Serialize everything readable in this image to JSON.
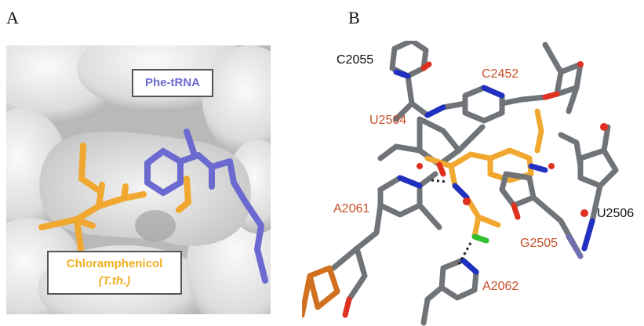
{
  "panels": {
    "a_letter": "A",
    "b_letter": "B"
  },
  "panel_a": {
    "label_phe": "Phe-tRNA",
    "label_chloramphenicol": "Chloramphenicol",
    "label_species": "(T.th.)"
  },
  "panel_b": {
    "labels": {
      "c2055": "C2055",
      "c2452": "C2452",
      "u2504": "U2504",
      "a2061": "A2061",
      "u2506": "U2506",
      "g2505": "G2505",
      "a2062": "A2062"
    }
  },
  "colors": {
    "surface": "#e8e8e8",
    "chloramphenicol": "#f0a830",
    "trna": "#6a6ad0",
    "carbon": "#707478",
    "oxygen": "#e03020",
    "nitrogen": "#2030c0",
    "chlorine": "#30c030",
    "residue_label": "#c8502a"
  }
}
